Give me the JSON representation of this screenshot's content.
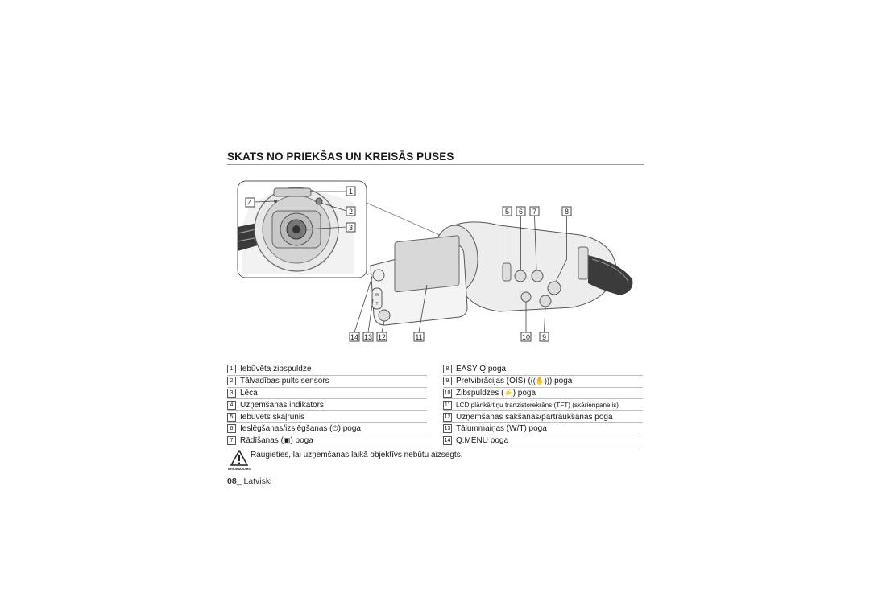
{
  "title": "SKATS NO PRIEKŠAS UN KREISĀS PUSES",
  "callouts": {
    "c1": "1",
    "c2": "2",
    "c3": "3",
    "c4": "4",
    "c5": "5",
    "c6": "6",
    "c7": "7",
    "c8": "8",
    "c9": "9",
    "c10": "10",
    "c11": "11",
    "c12": "12",
    "c13": "13",
    "c14": "14"
  },
  "legend_left": [
    {
      "num": "1",
      "text": "Iebūvēta zibspuldze"
    },
    {
      "num": "2",
      "text": "Tālvadības pults sensors"
    },
    {
      "num": "3",
      "text": "Lēca"
    },
    {
      "num": "4",
      "text": "Uzņemšanas indikators"
    },
    {
      "num": "5",
      "text": "Iebūvēts skaļrunis"
    },
    {
      "num": "6",
      "text_before": "Ieslēgšanas/izslēgšanas (",
      "icon": "⏻",
      "text_after": ") poga"
    },
    {
      "num": "7",
      "text_before": "Rādīšanas (",
      "icon": "▣",
      "text_after": ") poga"
    }
  ],
  "legend_right": [
    {
      "num": "8",
      "text": "EASY Q poga"
    },
    {
      "num": "9",
      "text_before": "Pretvibrācijas (OIS) (",
      "icon": "((✋))",
      "text_after": ") poga"
    },
    {
      "num": "10",
      "text_before": "Zibspuldzes (",
      "icon": "⚡",
      "text_after": ") poga"
    },
    {
      "num": "11",
      "text": "LCD plānkārtiņu tranzistorekrāns (TFT) (skārienpanelis)"
    },
    {
      "num": "12",
      "text": "Uzņemšanas sākšanas/pārtraukšanas poga"
    },
    {
      "num": "13",
      "text": "Tālummaiņas (W/T) poga"
    },
    {
      "num": "14",
      "text": "Q.MENU poga"
    }
  ],
  "warning": {
    "label": "BRĪDINĀJUMS",
    "text": "Raugieties, lai uzņemšanas laikā objektīvs nebūtu aizsegts."
  },
  "footer": {
    "page": "08",
    "separator": "_ ",
    "language": "Latviski"
  }
}
